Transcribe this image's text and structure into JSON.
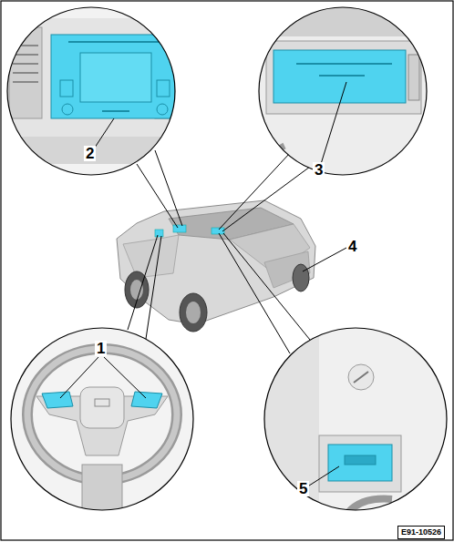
{
  "diagram": {
    "nodes": [
      {
        "text": [
          "E91-10526"
        ]
      }
    ],
    "labels": [
      "2",
      "3",
      "4",
      "1",
      "5"
    ]
  }
}
